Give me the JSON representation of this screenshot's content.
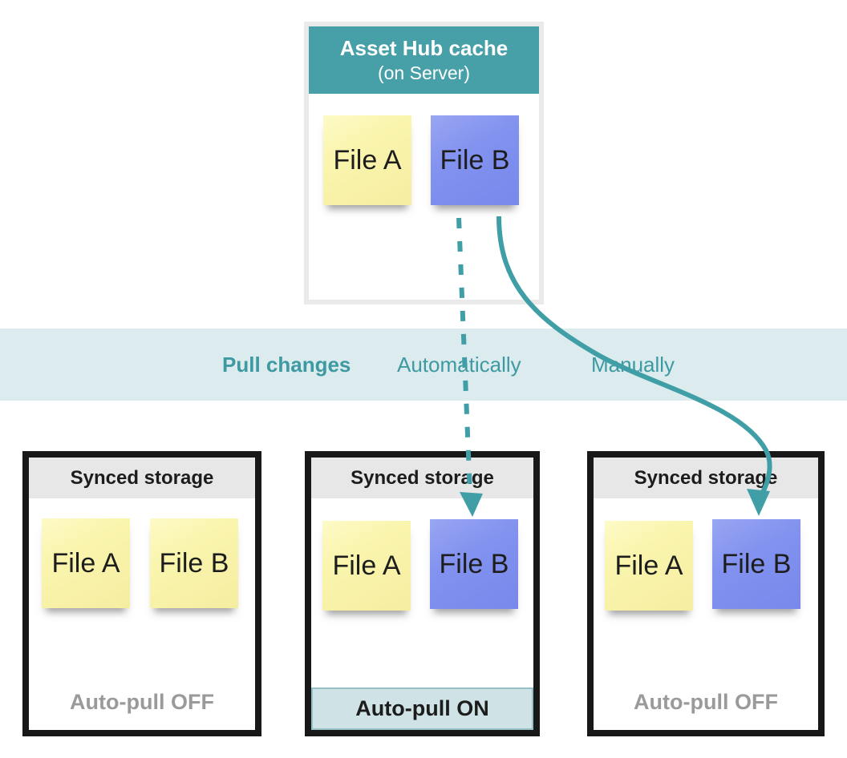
{
  "colors": {
    "teal": "#47a0a7",
    "teal_text": "#3d9aa2",
    "arrow_teal": "#3f9ea6",
    "band_bg": "#dcebed",
    "on_band_bg": "#cfe3e6",
    "yellow_note": "#f8f2a4",
    "blue_note": "#7e8eee",
    "storage_header_bg": "#e7e7e7",
    "storage_border": "#181818",
    "server_border": "#eaeaea",
    "off_text": "#9a9a9a",
    "ink": "#1d1d1d"
  },
  "server_box": {
    "title": "Asset Hub cache",
    "subtitle": "(on Server)",
    "files": [
      {
        "label": "File A",
        "color": "yellow"
      },
      {
        "label": "File B",
        "color": "blue"
      }
    ]
  },
  "band": {
    "title": "Pull changes",
    "options": [
      {
        "label": "Automatically",
        "arrow": "dashed"
      },
      {
        "label": "Manually",
        "arrow": "solid"
      }
    ]
  },
  "storages": [
    {
      "title": "Synced storage",
      "files": [
        {
          "label": "File A",
          "color": "yellow"
        },
        {
          "label": "File B",
          "color": "yellow"
        }
      ],
      "footer": {
        "label": "Auto-pull OFF",
        "state": "off"
      }
    },
    {
      "title": "Synced storage",
      "files": [
        {
          "label": "File A",
          "color": "yellow"
        },
        {
          "label": "File B",
          "color": "blue"
        }
      ],
      "footer": {
        "label": "Auto-pull ON",
        "state": "on"
      }
    },
    {
      "title": "Synced storage",
      "files": [
        {
          "label": "File A",
          "color": "yellow"
        },
        {
          "label": "File B",
          "color": "blue"
        }
      ],
      "footer": {
        "label": "Auto-pull OFF",
        "state": "off"
      }
    }
  ],
  "arrows": [
    {
      "name": "automatic-pull",
      "style": "dashed"
    },
    {
      "name": "manual-pull",
      "style": "solid"
    }
  ]
}
